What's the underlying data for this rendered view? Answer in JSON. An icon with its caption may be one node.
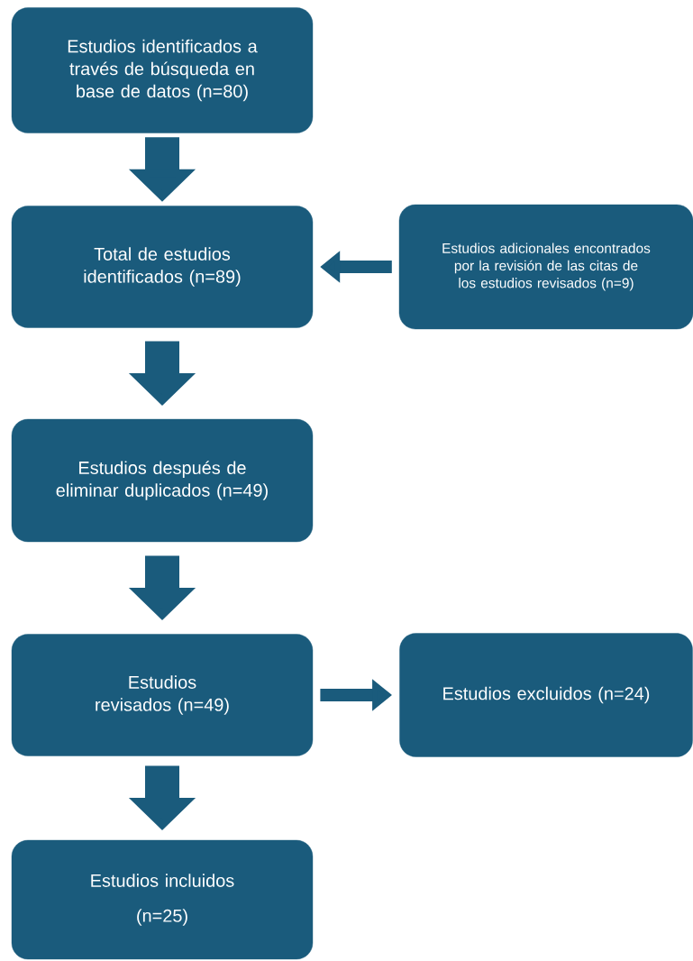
{
  "diagram": {
    "nodes": [
      {
        "text": [
          "Estudios identificados a través de búsqueda en base de datos (n=80)"
        ]
      },
      {
        "text": [
          "Total de estudios identificados (n=89)"
        ]
      },
      {
        "text": [
          "Estudios adicionales encontrados por la revisión de las citas de los estudios revisados (n=9)"
        ]
      },
      {
        "text": [
          "Estudios después de eliminar duplicados (n=49)"
        ]
      },
      {
        "text": [
          "Estudios revisados (n=49)"
        ]
      },
      {
        "text": [
          "Estudios excluidos (n=24)"
        ]
      },
      {
        "text": [
          "Estudios incluidos",
          "(n=25)"
        ]
      }
    ],
    "edges": [
      {
        "from": 0,
        "to": 1,
        "arrow": "to"
      },
      {
        "from": 2,
        "to": 1,
        "arrow": "to"
      },
      {
        "from": 1,
        "to": 3,
        "arrow": "to"
      },
      {
        "from": 3,
        "to": 4,
        "arrow": "to"
      },
      {
        "from": 4,
        "to": 5,
        "arrow": "to"
      },
      {
        "from": 4,
        "to": 6,
        "arrow": "to"
      }
    ]
  }
}
